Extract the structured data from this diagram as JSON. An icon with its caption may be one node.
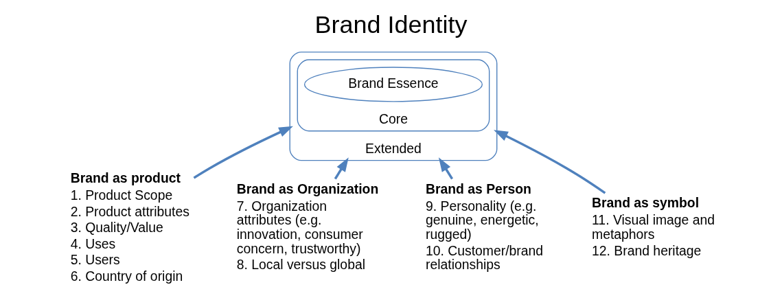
{
  "diagram": {
    "title": "Brand Identity",
    "nodes": [
      {
        "text": [
          "Extended"
        ]
      },
      {
        "text": [
          "Core"
        ],
        "in": 0
      },
      {
        "text": [
          "Brand Essence"
        ],
        "in": 1
      },
      {
        "text": [
          "Brand as product",
          "1. Product Scope",
          "2. Product attributes",
          "3. Quality/Value",
          "4. Uses",
          "5. Users",
          "6. Country of origin"
        ]
      },
      {
        "text": [
          "Brand as Organization",
          "7. Organization attributes (e.g. innovation, consumer concern, trustworthy)",
          "8. Local versus global"
        ]
      },
      {
        "text": [
          "Brand as Person",
          "9. Personality (e.g. genuine, energetic, rugged)",
          "10. Customer/brand relationships"
        ]
      },
      {
        "text": [
          "Brand as symbol",
          "11. Visual image and metaphors",
          "12. Brand heritage"
        ]
      }
    ],
    "edges": [
      {
        "from": 3,
        "to": 0,
        "arrow": "to"
      },
      {
        "from": 4,
        "to": 0,
        "arrow": "to"
      },
      {
        "from": 5,
        "to": 0,
        "arrow": "to"
      },
      {
        "from": 6,
        "to": 0,
        "arrow": "to"
      }
    ]
  }
}
